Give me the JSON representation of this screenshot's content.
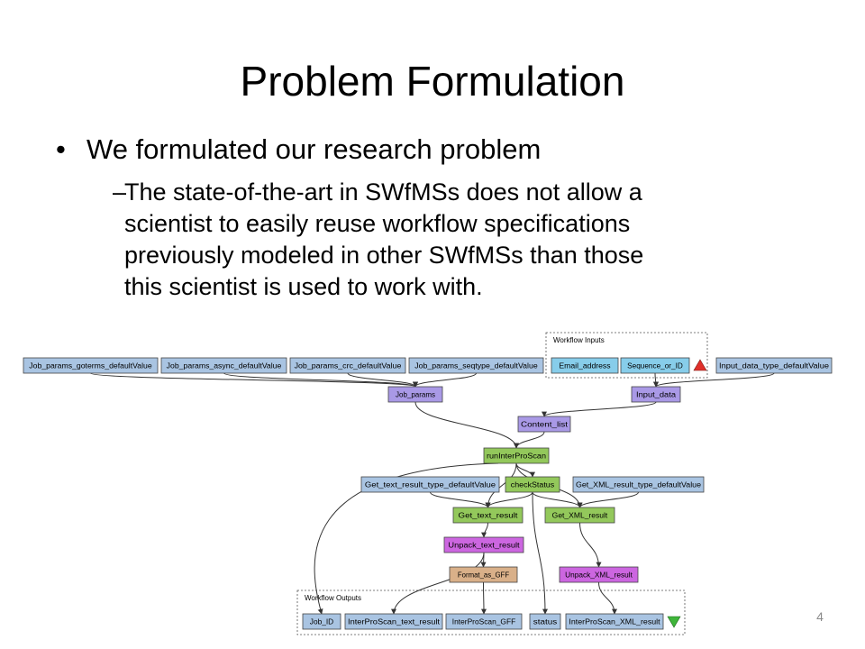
{
  "slide": {
    "title": "Problem Formulation",
    "bullet": "We formulated our research problem",
    "sub_bullet_lines": [
      "The state-of-the-art in SWfMSs does not allow a",
      "scientist to easily reuse workflow specifications",
      "previously modeled in other SWfMSs than those",
      "this scientist is used to work with."
    ],
    "page_number": "4"
  },
  "workflow": {
    "groups": {
      "inputs": "Workflow Inputs",
      "outputs": "Workflow Outputs"
    },
    "nodes": {
      "jp_goterms": "Job_params_goterms_defaultValue",
      "jp_async": "Job_params_async_defaultValue",
      "jp_crc": "Job_params_crc_defaultValue",
      "jp_seqtype": "Job_params_seqtype_defaultValue",
      "email": "Email_address",
      "seq": "Sequence_or_ID",
      "input_type": "Input_data_type_defaultValue",
      "job_params": "Job_params",
      "input_data": "Input_data",
      "content_list": "Content_list",
      "run": "runInterProScan",
      "get_text_type": "Get_text_result_type_defaultValue",
      "check": "checkStatus",
      "get_xml_type": "Get_XML_result_type_defaultValue",
      "get_text": "Get_text_result",
      "get_xml": "Get_XML_result",
      "unpack_text": "Unpack_text_result",
      "format_gff": "Format_as_GFF",
      "unpack_xml": "Unpack_XML_result",
      "job_id": "Job_ID",
      "ips_text": "InterProScan_text_result",
      "ips_gff": "InterProScan_GFF",
      "status": "status",
      "ips_xml": "InterProScan_XML_result"
    },
    "colors": {
      "constant": "#a9c4e2",
      "input": "#87cdea",
      "processor": "#a999e6",
      "service": "#93c85b",
      "shim": "#cc66e0",
      "local": "#d9b089",
      "output": "#a9c4e2",
      "edge": "#333333"
    },
    "icons": [
      "red-triangle-icon",
      "green-triangle-icon"
    ]
  }
}
